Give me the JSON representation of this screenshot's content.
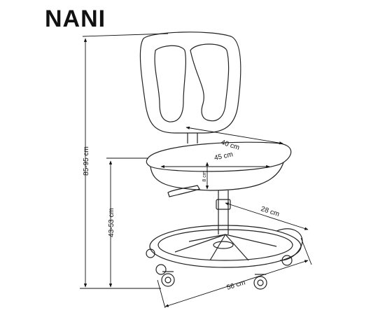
{
  "title": "NANI",
  "dimensions": {
    "total_height": "85-95 cm",
    "seat_height": "43-53 cm",
    "backrest_width": "40 cm",
    "seat_width": "45 cm",
    "seat_thickness": "8 cm",
    "footrest": "28 cm",
    "base_diameter": "56 cm"
  }
}
